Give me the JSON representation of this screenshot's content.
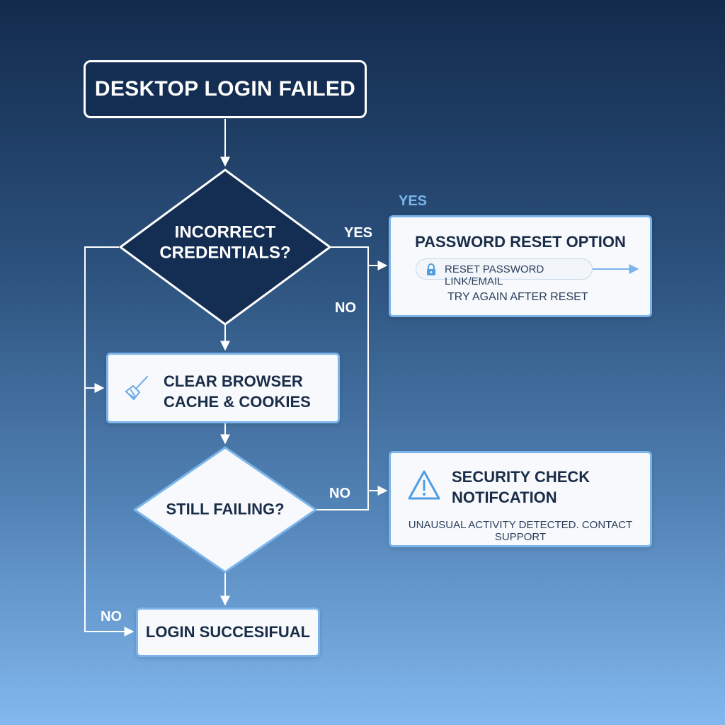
{
  "start": {
    "label": "DESKTOP LOGIN FAILED"
  },
  "decision_credentials": {
    "label": "INCORRECT\nCREDENTIALS?"
  },
  "decision_still": {
    "label": "STILL FAILING?"
  },
  "cache_step": {
    "label": "CLEAR BROWSER\nCACHE & COOKIES",
    "icon": "broom-icon"
  },
  "password_reset": {
    "title": "PASSWORD RESET OPTION",
    "link_label": "RESET PASSWORD LINK/EMAIL",
    "link_icon": "lock-icon",
    "note": "TRY AGAIN AFTER RESET",
    "above_label": "YES"
  },
  "security_check": {
    "title": "SECURITY CHECK\nNOTIFCATION",
    "icon": "warning-icon",
    "message": "UNAUSUAL ACTIVITY DETECTED. CONTACT SUPPORT"
  },
  "success": {
    "label": "LOGIN SUCCESIFUAL"
  },
  "edge_labels": {
    "yes_right": "YES",
    "no_mid": "NO",
    "no_still": "NO",
    "no_left": "NO"
  },
  "colors": {
    "navy": "#142d52",
    "accent": "#7bb4ea",
    "text": "#1a2d48",
    "bg_top": "#132b4d",
    "bg_bottom": "#82b8ee"
  }
}
